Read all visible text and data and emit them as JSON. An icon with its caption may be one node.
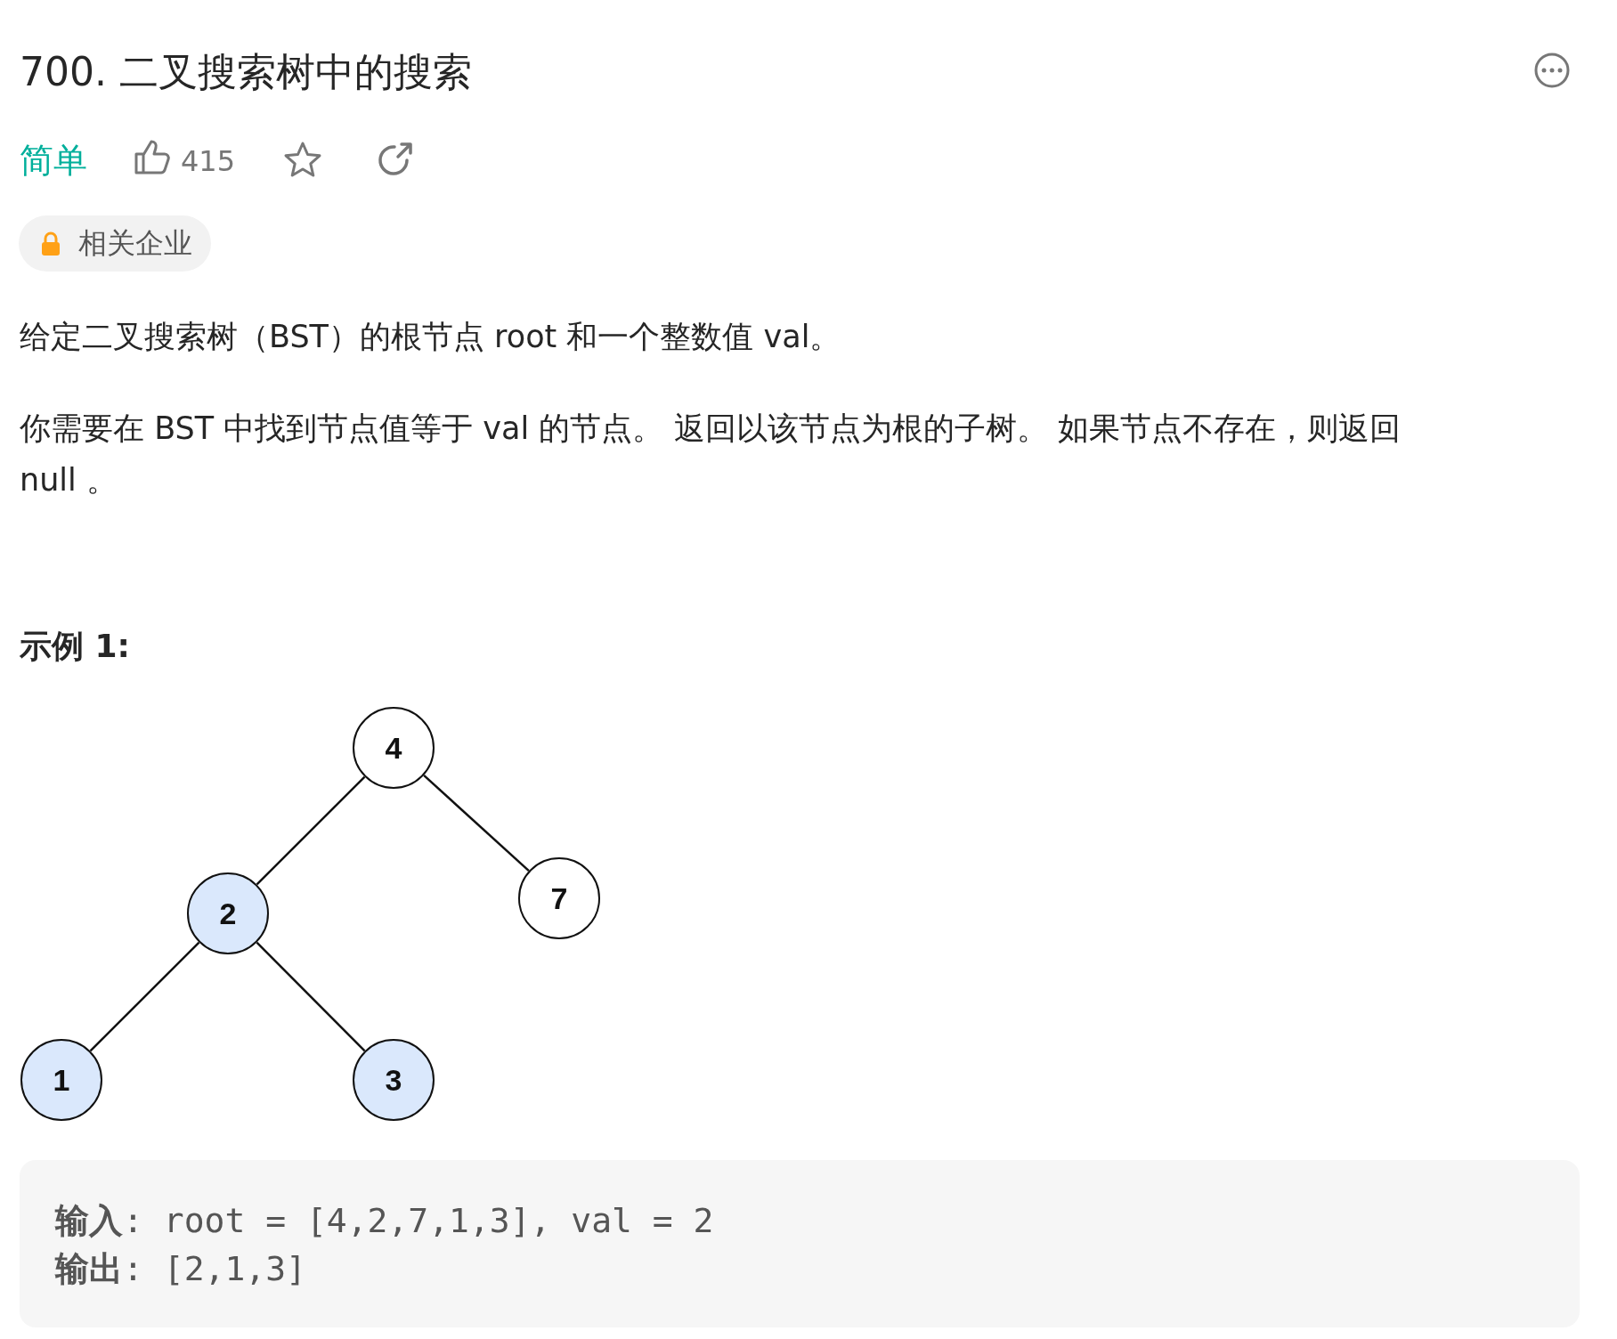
{
  "diagram": {
    "title": "700. 二叉搜索树中的搜索",
    "nodes": [
      {
        "text": [
          "4"
        ]
      },
      {
        "text": [
          "2"
        ]
      },
      {
        "text": [
          "7"
        ]
      },
      {
        "text": [
          "1"
        ]
      },
      {
        "text": [
          "3"
        ]
      }
    ],
    "edges": [
      {
        "from": 0,
        "to": 1,
        "arrow": "none"
      },
      {
        "from": 0,
        "to": 2,
        "arrow": "none"
      },
      {
        "from": 1,
        "to": 3,
        "arrow": "none"
      },
      {
        "from": 1,
        "to": 4,
        "arrow": "none"
      }
    ],
    "labels": [
      "简单",
      "415",
      "相关企业",
      "给定二叉搜索树（BST）的根节点 root 和一个整数值 val。",
      "你需要在 BST 中找到节点值等于 val 的节点。 返回以该节点为根的子树。 如果节点不存在，则返回 null 。",
      "示例 1:",
      "**输入**: root = [4,2,7,1,3], val = 2",
      "**输出**: [2,1,3]"
    ]
  }
}
